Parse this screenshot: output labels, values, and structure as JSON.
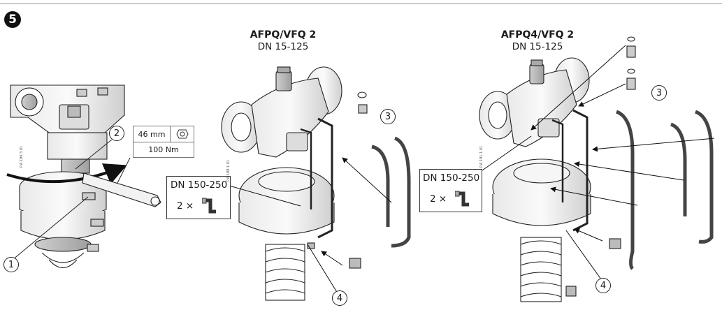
{
  "step_number": "5",
  "left_panel": {
    "wrench_size": "46 mm",
    "torque": "100 Nm",
    "callout_1": "1",
    "callout_2": "2",
    "doc_id": "P.A 190.3.01"
  },
  "middle_panel": {
    "title": "AFPQ/VFQ 2",
    "subtitle": "DN 15-125",
    "inset_label": "DN 150-250",
    "inset_qty": "2 ×",
    "callout_3": "3",
    "callout_4": "4",
    "doc_id": "P.A 188.1.01"
  },
  "right_panel": {
    "title": "AFPQ4/VFQ 2",
    "subtitle": "DN 15-125",
    "inset_label": "DN 150-250",
    "inset_qty": "2 ×",
    "callout_3": "3",
    "callout_4": "4",
    "doc_id": "P.A 191.1.01"
  }
}
